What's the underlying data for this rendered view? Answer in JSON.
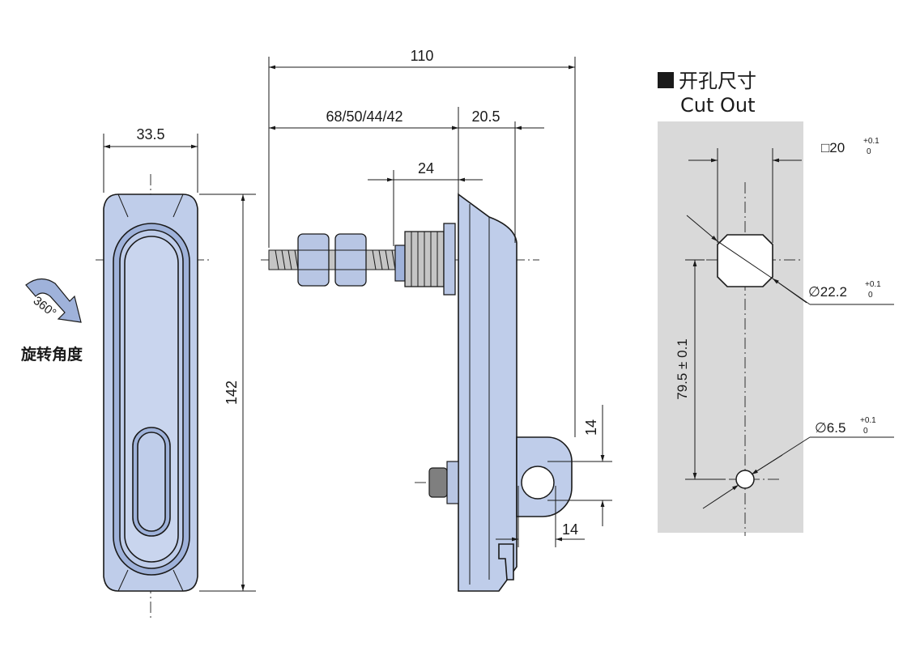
{
  "cutout": {
    "title_cn": "开孔尺寸",
    "title_en": "Cut Out",
    "square": "□20",
    "square_tol_upper": "+0.1",
    "square_tol_lower": "0",
    "dia_big": "∅22.2",
    "dia_big_tol_upper": "+0.1",
    "dia_big_tol_lower": "0",
    "dia_small": "∅6.5",
    "dia_small_tol_upper": "+0.1",
    "dia_small_tol_lower": "0",
    "pitch": "79.5 ± 0.1"
  },
  "front_view": {
    "width": "33.5",
    "height": "142",
    "rotation_label": "360°",
    "rotation_caption": "旋转角度"
  },
  "side_view": {
    "overall": "110",
    "stud_lengths": "68/50/44/42",
    "body_depth": "20.5",
    "thread_length": "24",
    "loop_height": "14",
    "loop_width": "14"
  },
  "colors": {
    "metal": "#bfcdea",
    "panel": "#d9d9d9",
    "line": "#1a1a1a"
  }
}
